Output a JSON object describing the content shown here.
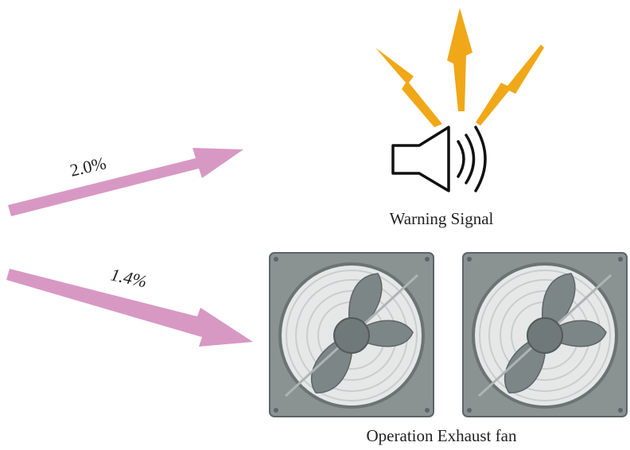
{
  "arrows": [
    {
      "label": "2.0%"
    },
    {
      "label": "1.4%"
    }
  ],
  "warning": {
    "label": "Warning Signal"
  },
  "fans": {
    "label": "Operation Exhaust fan",
    "count": 2
  },
  "colors": {
    "arrow": "#d898c4",
    "lightning": "#f0a818",
    "speaker_stroke": "#111111",
    "fan_frame": "#8a9292",
    "fan_frame_dark": "#5d6566",
    "fan_blade": "#7c8687",
    "fan_grill": "#c9cdcd"
  },
  "icons": [
    "lightning-bolt-icon",
    "speaker-icon",
    "exhaust-fan-icon"
  ]
}
